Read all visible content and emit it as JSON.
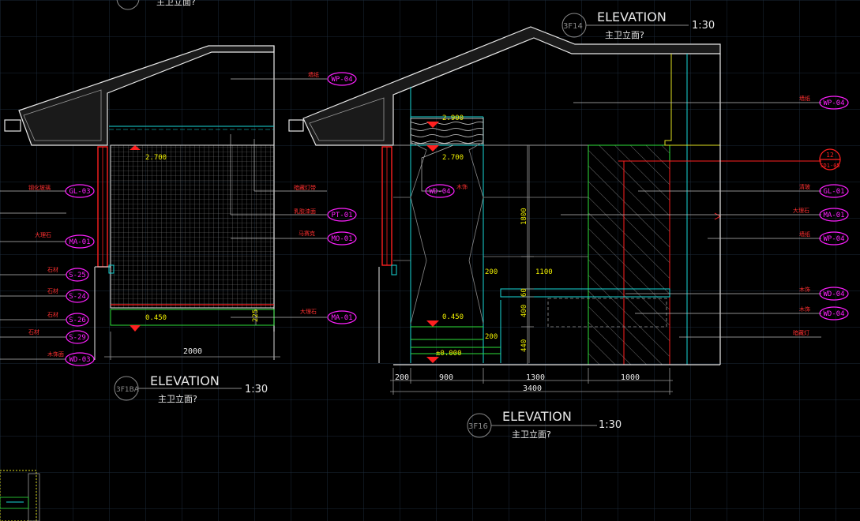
{
  "colors": {
    "background": "#000000",
    "grid": "#1c2a3a",
    "line_white": "#e8e8e8",
    "line_gray": "#9a9a9a",
    "line_cyan": "#18d8d8",
    "line_green": "#2ee03a",
    "line_red": "#ff2020",
    "line_yellow": "#e0e020",
    "tag_magenta": "#ff20ff",
    "dim_yellow": "#f0f000"
  },
  "titles": [
    {
      "tag": "3F1BA",
      "heading": "ELEVATION",
      "scale": "1:30",
      "subtitle": "主卫立面?"
    },
    {
      "tag": "3F14",
      "heading": "ELEVATION",
      "scale": "1:30",
      "subtitle": "主卫立面?"
    },
    {
      "tag": "3F16",
      "heading": "ELEVATION",
      "scale": "1:30",
      "subtitle": "主卫立面?"
    },
    {
      "top_partial_subtitle": "主卫立面?"
    }
  ],
  "left_view": {
    "material_tags": [
      "WP-04",
      "GL-03",
      "PT-01",
      "MA-01",
      "MO-01",
      "S-25",
      "S-24",
      "S-26",
      "S-29",
      "WD-03",
      "MA-01"
    ],
    "material_notes": [
      "墙纸",
      "钢化玻璃",
      "暗藏灯带",
      "乳胶漆面",
      "大理石",
      "马赛克",
      "石材",
      "石材",
      "石材",
      "石材",
      "木饰面",
      "大理石"
    ],
    "elevations": [
      "2.700",
      "0.450"
    ],
    "dimensions": [
      "2000",
      "225"
    ]
  },
  "right_view": {
    "material_tags": [
      "WP-04",
      "GL-01",
      "MA-01",
      "WP-04",
      "WD-04",
      "WD-04",
      "WD-04"
    ],
    "material_notes": [
      "墙纸",
      "墙纸",
      "清玻",
      "大理石",
      "墙纸",
      "木饰",
      "木饰",
      "木饰",
      "暗藏灯"
    ],
    "section_marker": {
      "top": "12",
      "bottom": "SD1-05"
    },
    "elevations": [
      "2.900",
      "2.700",
      "0.450",
      "±0.000"
    ],
    "vertical_dims": [
      "1800",
      "60",
      "400",
      "440"
    ],
    "inline_dims": [
      "200",
      "1100",
      "200"
    ],
    "bottom_dims": [
      "200",
      "900",
      "1300",
      "1000"
    ],
    "overall_dim": "3400"
  }
}
